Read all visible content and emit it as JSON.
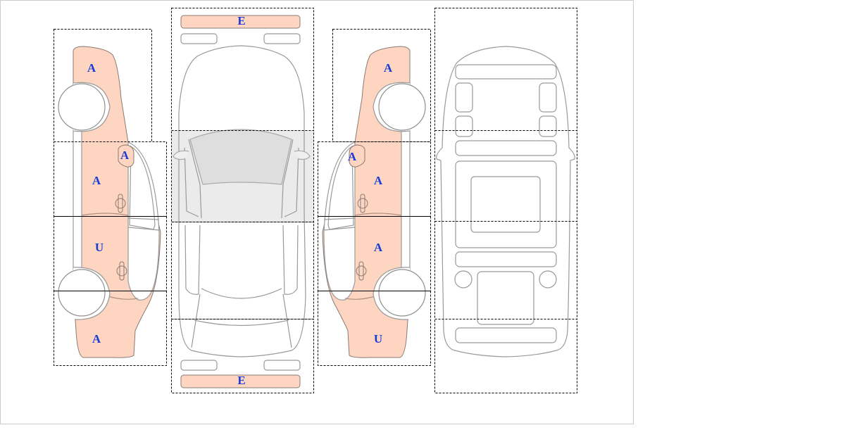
{
  "diagram": {
    "type": "vehicle-damage-inspection-chart",
    "colors": {
      "damaged_panel": "#fdd5c0",
      "label": "#1a3bd8",
      "outline": "#9a9a9a",
      "selected_zone": "#e4e4e4"
    },
    "views": {
      "left_side": {
        "labels": {
          "front_fender": "A",
          "mirror": "A",
          "front_door": "A",
          "rear_door": "U",
          "rear_quarter": "A"
        }
      },
      "front_top": {
        "labels": {
          "front_bumper": "E",
          "rear_bumper": "E"
        }
      },
      "right_side": {
        "labels": {
          "front_fender": "A",
          "mirror": "A",
          "front_door": "A",
          "rear_door": "A",
          "rear_quarter": "U"
        }
      },
      "interior_top": {
        "labels": {}
      }
    }
  }
}
